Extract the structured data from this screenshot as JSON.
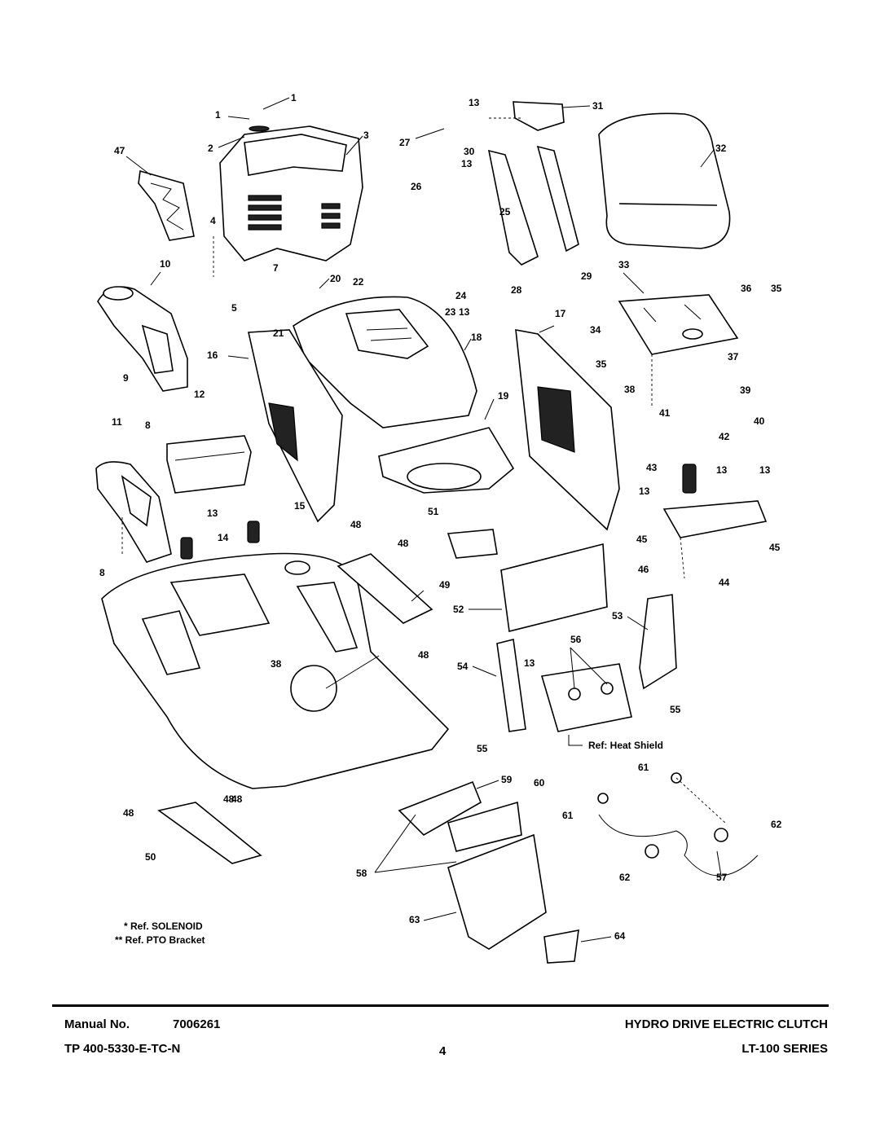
{
  "callouts": [
    "1",
    "1",
    "2",
    "3",
    "4",
    "5",
    "7",
    "8",
    "8",
    "9",
    "10",
    "11",
    "12",
    "13",
    "13",
    "13",
    "13",
    "13",
    "13",
    "13",
    "13",
    "14",
    "15",
    "16",
    "17",
    "18",
    "19",
    "20",
    "21",
    "22",
    "23",
    "24",
    "25",
    "26",
    "27",
    "28",
    "29",
    "30",
    "31",
    "32",
    "33",
    "34",
    "35",
    "35",
    "36",
    "37",
    "38",
    "38",
    "39",
    "40",
    "41",
    "42",
    "43",
    "44",
    "45",
    "45",
    "46",
    "47",
    "48",
    "48",
    "48",
    "48",
    "48",
    "48",
    "49",
    "50",
    "51",
    "52",
    "53",
    "54",
    "55",
    "55",
    "56",
    "57",
    "58",
    "59",
    "60",
    "61",
    "61",
    "62",
    "62",
    "63",
    "64"
  ],
  "heat_shield_ref": "Ref: Heat Shield",
  "notes": {
    "solenoid": "* Ref. SOLENOID",
    "pto": "** Ref. PTO Bracket"
  },
  "footer": {
    "manual_label": "Manual No.",
    "manual_number": "7006261",
    "tp_number": "TP 400-5330-E-TC-N",
    "page_number": "4",
    "title": "HYDRO DRIVE ELECTRIC CLUTCH",
    "series": "LT-100 SERIES"
  }
}
